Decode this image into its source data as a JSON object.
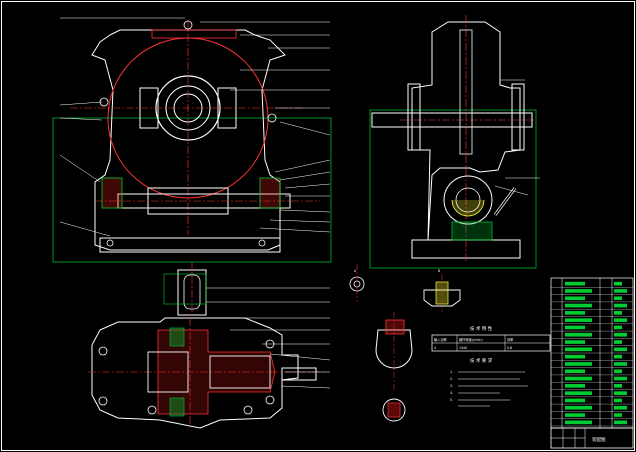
{
  "drawing": {
    "background": "#000000",
    "colors": {
      "outline": "#ffffff",
      "section": "#ff3333",
      "hatch_green": "#00cc33",
      "leader": "#33ff66",
      "dim": "#ffff33",
      "fill_red": "#ff1a1a"
    }
  },
  "tech_table": {
    "title": "技 术 特 性",
    "headers": [
      "输入功率",
      "蜗杆转速(r/min)",
      "效率"
    ],
    "values": [
      "4",
      "1440",
      "0.8"
    ]
  },
  "requirements": {
    "title": "技 术 要 求",
    "lines": [
      "1.",
      "2.",
      "3.",
      "4.",
      "5."
    ]
  },
  "detail_labels": {
    "left": "A",
    "right": "B"
  },
  "title_block": {
    "name": "装配图"
  },
  "parts_list_rows": 20
}
